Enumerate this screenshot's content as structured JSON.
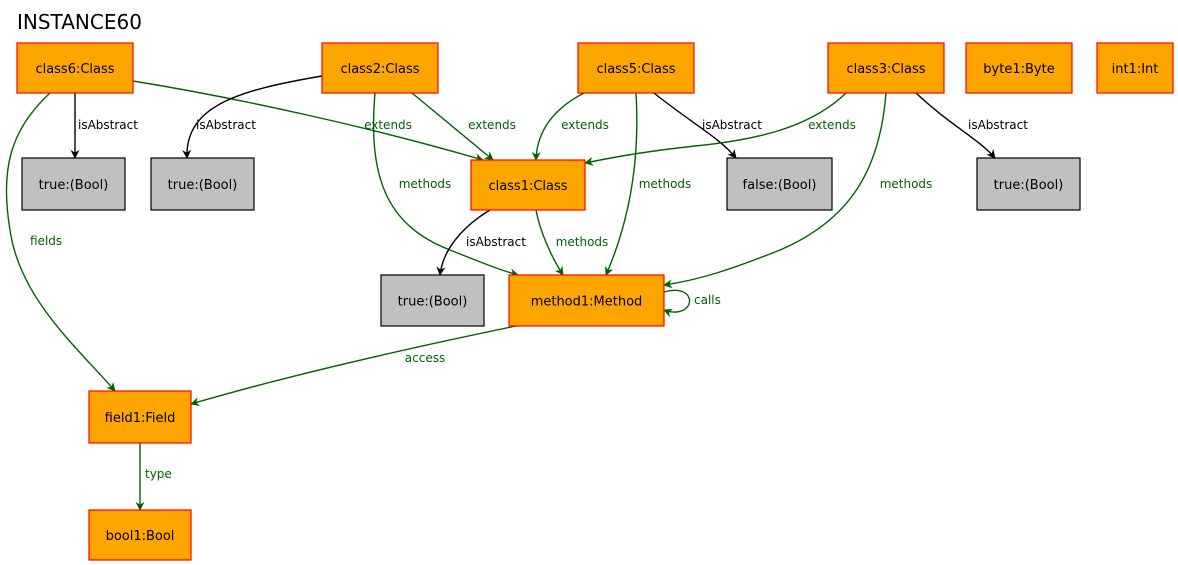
{
  "title": "INSTANCE60",
  "colors": {
    "object_fill": "#ffa500",
    "object_stroke": "#ff0000",
    "value_fill": "#c0c0c0",
    "value_stroke": "#000000",
    "ref_edge": "#006400",
    "attr_edge": "#000000"
  },
  "nodes": [
    {
      "id": "class6",
      "label": "class6:Class",
      "kind": "object"
    },
    {
      "id": "class2",
      "label": "class2:Class",
      "kind": "object"
    },
    {
      "id": "class5",
      "label": "class5:Class",
      "kind": "object"
    },
    {
      "id": "class3",
      "label": "class3:Class",
      "kind": "object"
    },
    {
      "id": "byte1",
      "label": "byte1:Byte",
      "kind": "object"
    },
    {
      "id": "int1",
      "label": "int1:Int",
      "kind": "object"
    },
    {
      "id": "true_a",
      "label": "true:(Bool)",
      "kind": "value"
    },
    {
      "id": "true_b",
      "label": "true:(Bool)",
      "kind": "value"
    },
    {
      "id": "class1",
      "label": "class1:Class",
      "kind": "object"
    },
    {
      "id": "false_a",
      "label": "false:(Bool)",
      "kind": "value"
    },
    {
      "id": "true_c",
      "label": "true:(Bool)",
      "kind": "value"
    },
    {
      "id": "true_d",
      "label": "true:(Bool)",
      "kind": "value"
    },
    {
      "id": "method1",
      "label": "method1:Method",
      "kind": "object"
    },
    {
      "id": "field1",
      "label": "field1:Field",
      "kind": "object"
    },
    {
      "id": "bool1",
      "label": "bool1:Bool",
      "kind": "object"
    }
  ],
  "edges": [
    {
      "id": "e1",
      "from": "class6",
      "to": "true_a",
      "label": "isAbstract",
      "kind": "attr"
    },
    {
      "id": "e2",
      "from": "class6",
      "to": "class1",
      "label": "extends",
      "kind": "ref"
    },
    {
      "id": "e3",
      "from": "class6",
      "to": "field1",
      "label": "fields",
      "kind": "ref"
    },
    {
      "id": "e4",
      "from": "class2",
      "to": "true_b",
      "label": "isAbstract",
      "kind": "attr"
    },
    {
      "id": "e5",
      "from": "class2",
      "to": "class1",
      "label": "extends",
      "kind": "ref"
    },
    {
      "id": "e6",
      "from": "class2",
      "to": "method1",
      "label": "methods",
      "kind": "ref"
    },
    {
      "id": "e7",
      "from": "class5",
      "to": "class1",
      "label": "extends",
      "kind": "ref"
    },
    {
      "id": "e8",
      "from": "class5",
      "to": "false_a",
      "label": "isAbstract",
      "kind": "attr"
    },
    {
      "id": "e9",
      "from": "class5",
      "to": "method1",
      "label": "methods",
      "kind": "ref"
    },
    {
      "id": "e10",
      "from": "class3",
      "to": "class1",
      "label": "extends",
      "kind": "ref"
    },
    {
      "id": "e11",
      "from": "class3",
      "to": "true_d",
      "label": "isAbstract",
      "kind": "attr"
    },
    {
      "id": "e12",
      "from": "class3",
      "to": "method1",
      "label": "methods",
      "kind": "ref"
    },
    {
      "id": "e13",
      "from": "class1",
      "to": "true_c",
      "label": "isAbstract",
      "kind": "attr"
    },
    {
      "id": "e14",
      "from": "class1",
      "to": "method1",
      "label": "methods",
      "kind": "ref"
    },
    {
      "id": "e15",
      "from": "method1",
      "to": "method1",
      "label": "calls",
      "kind": "ref"
    },
    {
      "id": "e16",
      "from": "method1",
      "to": "field1",
      "label": "access",
      "kind": "ref"
    },
    {
      "id": "e17",
      "from": "field1",
      "to": "bool1",
      "label": "type",
      "kind": "ref"
    }
  ]
}
